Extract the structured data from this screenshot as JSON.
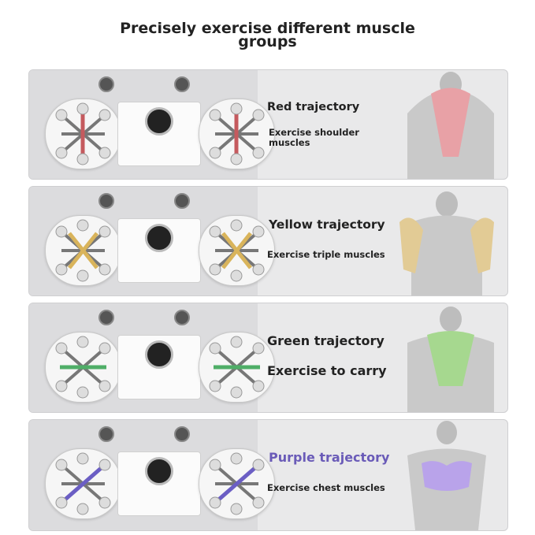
{
  "title_line1": "Precisely exercise different muscle",
  "title_line2": "groups",
  "panels": [
    {
      "label": "Red trajectory",
      "desc_line1": "Exercise shoulder",
      "desc_line2": "muscles",
      "color": "#c55a5e",
      "label_color": "#222222"
    },
    {
      "label": "Yellow trajectory",
      "desc_line1": "Exercise triple muscles",
      "desc_line2": "",
      "color": "#d9b45b",
      "label_color": "#222222"
    },
    {
      "label": "Green trajectory",
      "desc_line1": "Exercise to carry",
      "desc_line2": "",
      "color": "#4fae67",
      "label_color": "#222222"
    },
    {
      "label": "Purple trajectory",
      "desc_line1": "Exercise chest muscles",
      "desc_line2": "",
      "color": "#6b5ec4",
      "label_color": "#6a5bb8"
    }
  ],
  "icons": [
    "fitness-board-icon",
    "muscle-figure-icon"
  ]
}
